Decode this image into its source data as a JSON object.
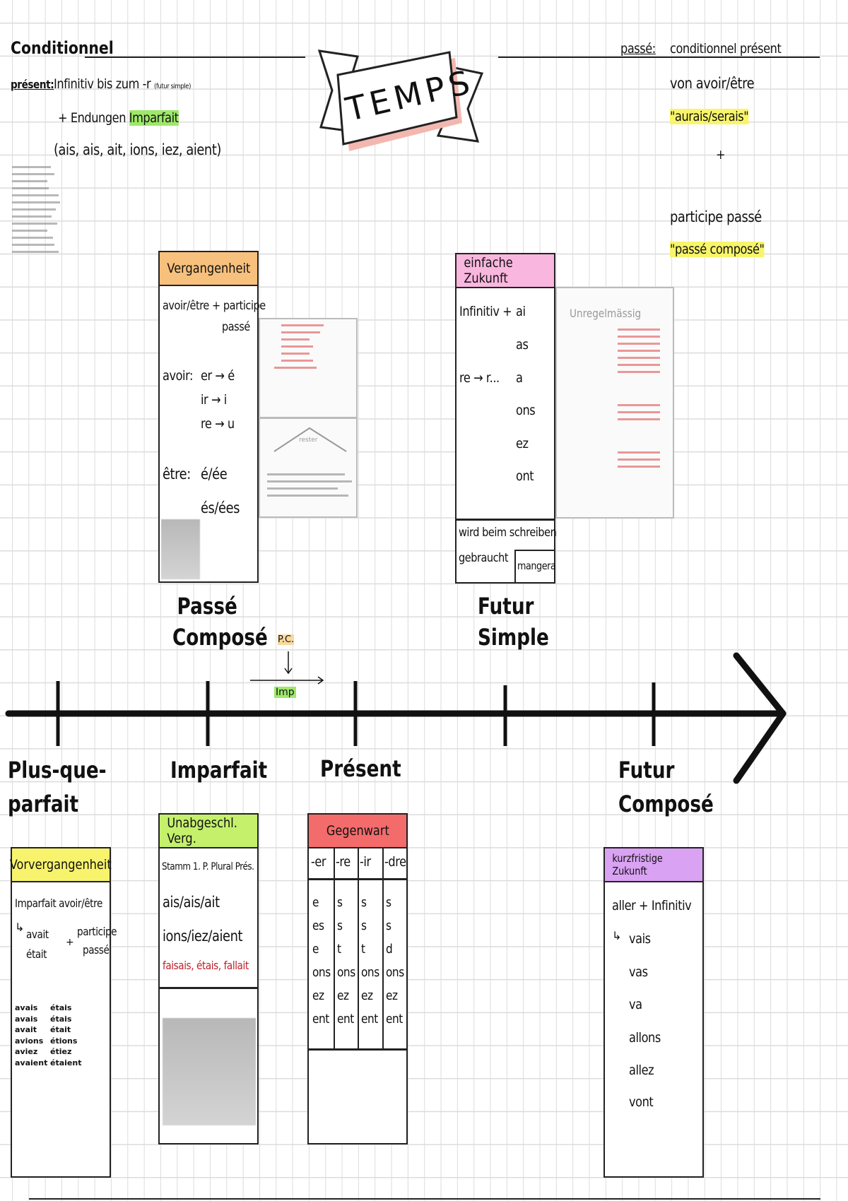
{
  "title": "TEMPS",
  "conditionnel": {
    "heading": "Conditionnel",
    "present_label": "présent:",
    "present_line1": "Infinitiv bis zum -r",
    "present_note": "(futur simple)",
    "present_line2_prefix": "+ Endungen",
    "present_line2_highlight": "Imparfait",
    "present_line3": "(ais, ais, ait, ions, iez, aient)",
    "passe_label": "passé:",
    "passe_line1": "conditionnel présent",
    "passe_line2": "von avoir/être",
    "passe_line3": "\"aurais/serais\"",
    "passe_plus": "+",
    "passe_line4": "participe passé",
    "passe_line5": "\"passé composé\""
  },
  "passe_compose": {
    "label": "Passé Composé",
    "header": "Vergangenheit",
    "rule1": "avoir/être + participe",
    "rule1b": "passé",
    "avoir_label": "avoir:",
    "avoir_rules": [
      "er → é",
      "ir → i",
      "re → u"
    ],
    "etre_label": "être:",
    "etre_rules": [
      "é/ée",
      "és/ées"
    ],
    "house_top": "rester"
  },
  "futur_simple": {
    "label": "Futur Simple",
    "header": "einfache Zukunft",
    "rule": "Infinitiv +",
    "rule2": "re → r...",
    "endings": [
      "ai",
      "as",
      "a",
      "ons",
      "ez",
      "ont"
    ],
    "irregular_label": "Unregelmässig",
    "note1": "wird beim schreiben",
    "note2": "gebraucht",
    "example": "mangera"
  },
  "timeline": {
    "pc_marker": "P.C.",
    "imp_marker": "Imp",
    "accent_line": "#111111"
  },
  "plus_que_parfait": {
    "label1": "Plus-que-",
    "label2": "parfait",
    "header": "Vorvergangenheit",
    "rule1": "Imparfait avoir/être",
    "arrow_items": [
      "avait",
      "était"
    ],
    "plus": "+",
    "pp1": "participe",
    "pp2": "passé",
    "conj_avoir": [
      "avais",
      "avais",
      "avait",
      "avions",
      "aviez",
      "avaient"
    ],
    "conj_etre": [
      "étais",
      "étais",
      "était",
      "étions",
      "étiez",
      "étaient"
    ]
  },
  "imparfait": {
    "label": "Imparfait",
    "header": "Unabgeschl. Verg.",
    "rule": "Stamm 1. P. Plural Prés.",
    "endings1": "ais/ais/ait",
    "endings2": "ions/iez/aient",
    "irregular": "faisais, étais, fallait"
  },
  "present": {
    "label": "Présent",
    "header": "Gegenwart",
    "columns": [
      "-er",
      "-re",
      "-ir",
      "-dre"
    ],
    "rows": [
      [
        "e",
        "s",
        "s",
        "s"
      ],
      [
        "es",
        "s",
        "s",
        "s"
      ],
      [
        "e",
        "t",
        "t",
        "d"
      ],
      [
        "ons",
        "ons",
        "ons",
        "ons"
      ],
      [
        "ez",
        "ez",
        "ez",
        "ez"
      ],
      [
        "ent",
        "ent",
        "ent",
        "ent"
      ]
    ]
  },
  "futur_compose": {
    "label1": "Futur",
    "label2": "Composé",
    "header": "kurzfristige Zukunft",
    "rule": "aller + Infinitiv",
    "conj": [
      "vais",
      "vas",
      "va",
      "allons",
      "allez",
      "vont"
    ]
  },
  "colors": {
    "orange": "#f7c07c",
    "pink": "#f9b6de",
    "yellow": "#f7f36c",
    "green": "#c4f06c",
    "red": "#f36b6b",
    "purple": "#d9a2f2"
  }
}
